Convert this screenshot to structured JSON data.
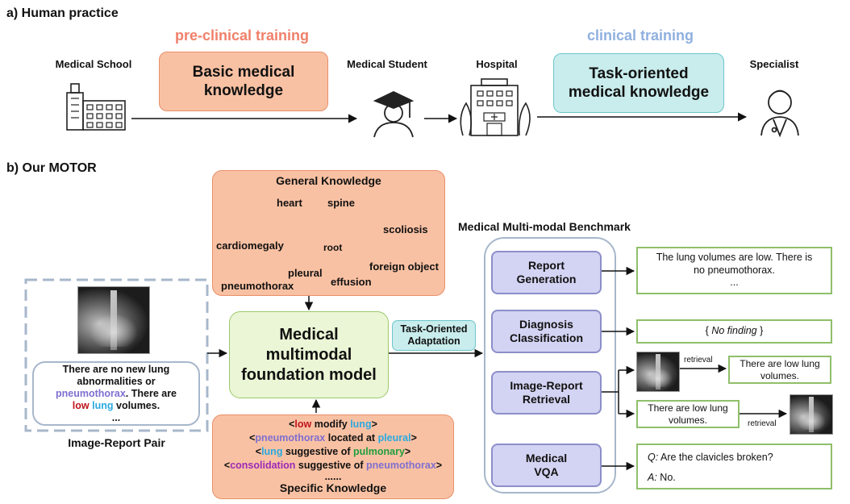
{
  "section_a": {
    "title": "a) Human practice",
    "preclinical": "pre-clinical training",
    "clinical": "clinical training",
    "stages": {
      "medical_school": "Medical School",
      "medical_student": "Medical Student",
      "hospital": "Hospital",
      "specialist": "Specialist"
    },
    "basic_box": [
      "Basic medical",
      "knowledge"
    ],
    "task_box": [
      "Task-oriented",
      "medical knowledge"
    ]
  },
  "section_b": {
    "title": "b) Our MOTOR",
    "general_knowledge": {
      "title": "General Knowledge",
      "nodes": {
        "heart": "heart",
        "spine": "spine",
        "scoliosis": "scoliosis",
        "cardiomegaly": "cardiomegaly",
        "root": "root",
        "pleural": "pleural",
        "foreign_object": "foreign object",
        "pneumothorax": "pneumothorax",
        "effusion": "effusion"
      }
    },
    "foundation_model": [
      "Medical",
      "multimodal",
      "foundation model"
    ],
    "adaptation": [
      "Task-Oriented",
      "Adaptation"
    ],
    "image_report_pair": {
      "caption": "Image-Report Pair",
      "report_plain_1": "There are no new lung",
      "report_plain_2": "abnormalities or",
      "report_pneumothorax": "pneumothorax",
      "report_plain_3": ". There are",
      "report_low": "low",
      "report_lung": "lung",
      "report_plain_4": "volumes.",
      "report_ellipsis": "..."
    },
    "specific_knowledge": {
      "title": "Specific Knowledge",
      "l1": {
        "a": "low",
        "rel": "modify",
        "b": "lung"
      },
      "l2": {
        "a": "pneumothorax",
        "rel": "located at",
        "b": "pleural"
      },
      "l3": {
        "a": "lung",
        "rel": "suggestive of",
        "b": "pulmonary"
      },
      "l4": {
        "a": "consolidation",
        "rel": "suggestive of",
        "b": "pneumothorax"
      },
      "ellipsis": "......"
    },
    "benchmark": {
      "title": "Medical Multi-modal Benchmark",
      "tasks": {
        "report_gen": [
          "Report",
          "Generation"
        ],
        "diagnosis": [
          "Diagnosis",
          "Classification"
        ],
        "retrieval": [
          "Image-Report",
          "Retrieval"
        ],
        "vqa": [
          "Medical",
          "VQA"
        ]
      },
      "outputs": {
        "report_gen": [
          "The lung volumes are low. There is",
          "no pneumothorax.",
          "..."
        ],
        "diagnosis_open": "{",
        "diagnosis_text": "No finding",
        "diagnosis_close": "}",
        "retrieval_label": "retrieval",
        "retrieval_text": [
          "There are low lung",
          "volumes."
        ],
        "vqa_q_prefix": "Q:",
        "vqa_q": "Are the clavicles broken?",
        "vqa_a_prefix": "A:",
        "vqa_a": "No."
      }
    }
  },
  "colors": {
    "salmon": "#f9c1a3",
    "salmon_border": "#e8906a",
    "cyan": "#c9ecec",
    "cyan_border": "#6cc6cc",
    "green_fill": "#eaf6d5",
    "green_border": "#9dc96c",
    "preclinical_text": "#f0806a",
    "clinical_text": "#8fb0e0",
    "node_blue": "#5b7fbf",
    "node_green": "#4cad5a",
    "node_yellow": "#f7dd52"
  }
}
